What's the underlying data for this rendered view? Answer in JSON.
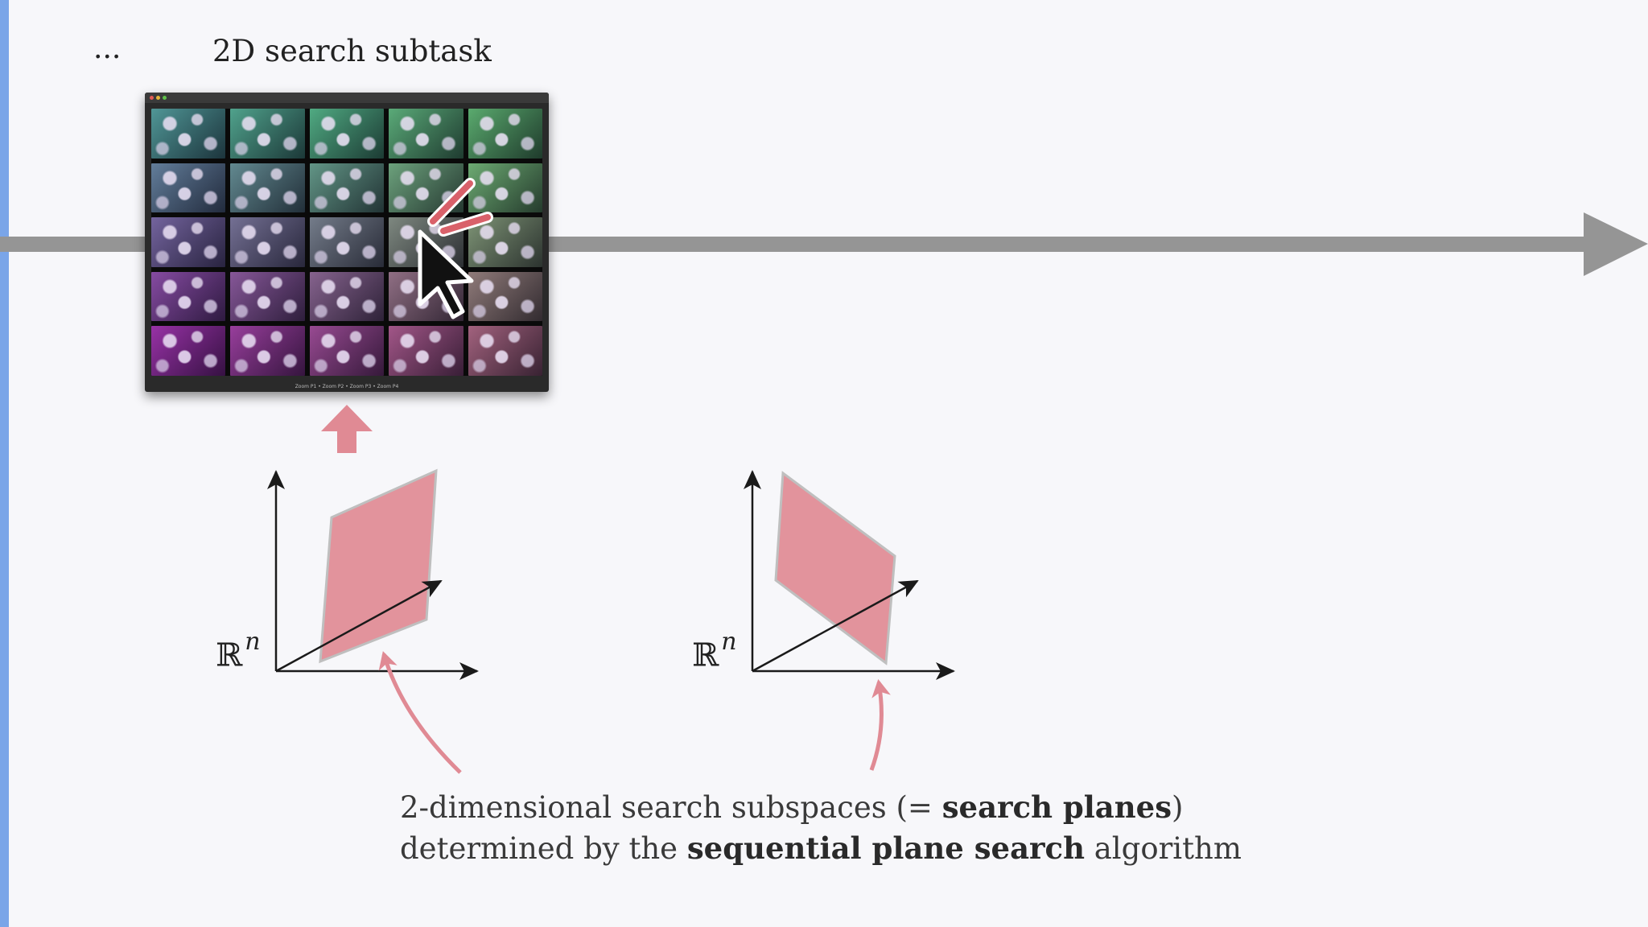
{
  "header": {
    "ellipsis": "...",
    "title": "2D search subtask"
  },
  "window": {
    "footer": "Zoom P1 • Zoom P2 • Zoom P3 • Zoom P4"
  },
  "diagrams": [
    {
      "space_symbol": "ℝ",
      "space_exponent": "n"
    },
    {
      "space_symbol": "ℝ",
      "space_exponent": "n"
    }
  ],
  "caption": {
    "line1_prefix": "2-dimensional search subspaces (= ",
    "line1_bold": "search planes",
    "line1_suffix": ")",
    "line2_prefix": "determined by the ",
    "line2_bold": "sequential plane search",
    "line2_suffix": " algorithm"
  },
  "colors": {
    "accent_bar": "#7aa5e8",
    "timeline": "#959595",
    "plane_fill": "#e08a94",
    "highlight": "#d9616a"
  }
}
